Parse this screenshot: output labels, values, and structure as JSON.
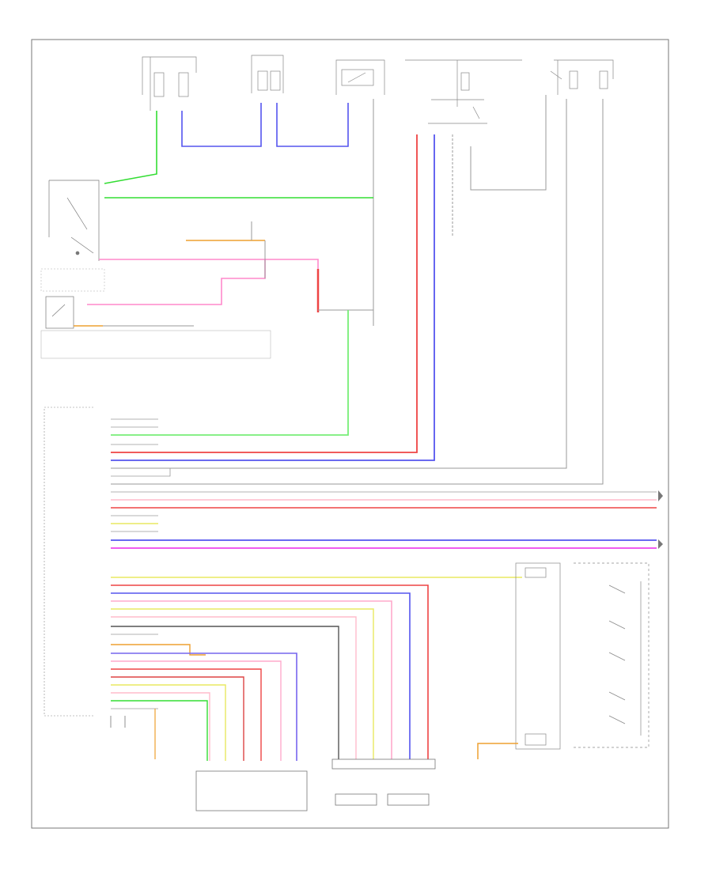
{
  "diagram": {
    "page_code": "",
    "colors": {
      "frame": "#777777",
      "wire_gray": "#9a9a9a",
      "wire_green": "#33dd33",
      "wire_lightgreen": "#77ee77",
      "wire_blue": "#5555ee",
      "wire_red": "#ee4444",
      "wire_pink": "#ff88cc",
      "wire_magenta": "#ee44ee",
      "wire_yellow": "#e8e860",
      "wire_orange": "#eea030",
      "wire_lightpink": "#ffbbcc",
      "wire_purple": "#9966ee",
      "wire_darkgray": "#555555"
    },
    "components": [
      {
        "id": "fuse-block-1",
        "label": ""
      },
      {
        "id": "fuse-block-2",
        "label": ""
      },
      {
        "id": "fuse-block-3",
        "label": ""
      },
      {
        "id": "relay-block-right",
        "label": ""
      },
      {
        "id": "fuse-block-right",
        "label": ""
      },
      {
        "id": "combination-switch",
        "label": ""
      },
      {
        "id": "transmission-switch",
        "label": ""
      },
      {
        "id": "ecm",
        "label": ""
      },
      {
        "id": "throttle-body",
        "label": ""
      },
      {
        "id": "accel-pedal-sensor",
        "label": ""
      },
      {
        "id": "spiral-cable",
        "label": ""
      },
      {
        "id": "steering-pad-switch",
        "label": ""
      }
    ]
  }
}
